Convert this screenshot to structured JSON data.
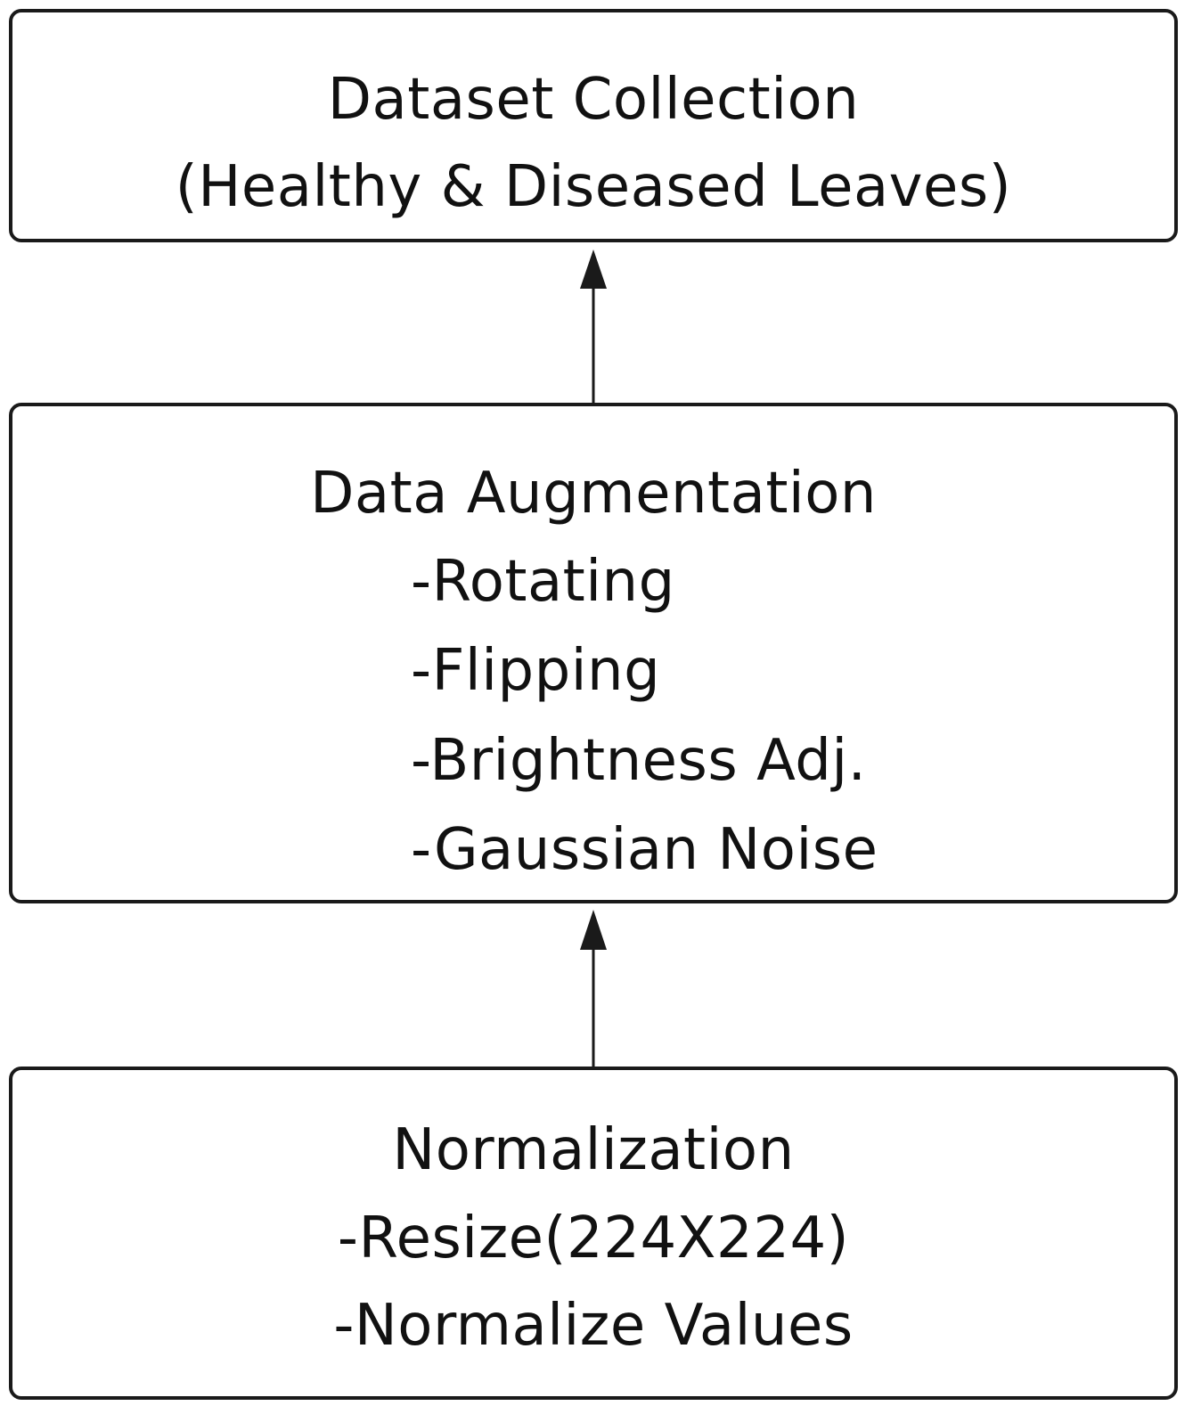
{
  "diagram": {
    "nodes": [
      {
        "id": "dataset-collection",
        "lines": [
          "Dataset Collection",
          "(Healthy & Diseased Leaves)"
        ]
      },
      {
        "id": "data-augmentation",
        "title": "Data Augmentation",
        "items": [
          "-Rotating",
          "-Flipping",
          "-Brightness Adj.",
          "-Gaussian Noise"
        ]
      },
      {
        "id": "normalization",
        "lines": [
          "Normalization",
          "-Resize(224X224)",
          "-Normalize Values"
        ]
      }
    ],
    "edges": [
      {
        "from": "data-augmentation",
        "to": "dataset-collection"
      },
      {
        "from": "normalization",
        "to": "data-augmentation"
      }
    ],
    "colors": {
      "stroke": "#1a1a1a",
      "text": "#111111",
      "background": "#ffffff"
    }
  }
}
